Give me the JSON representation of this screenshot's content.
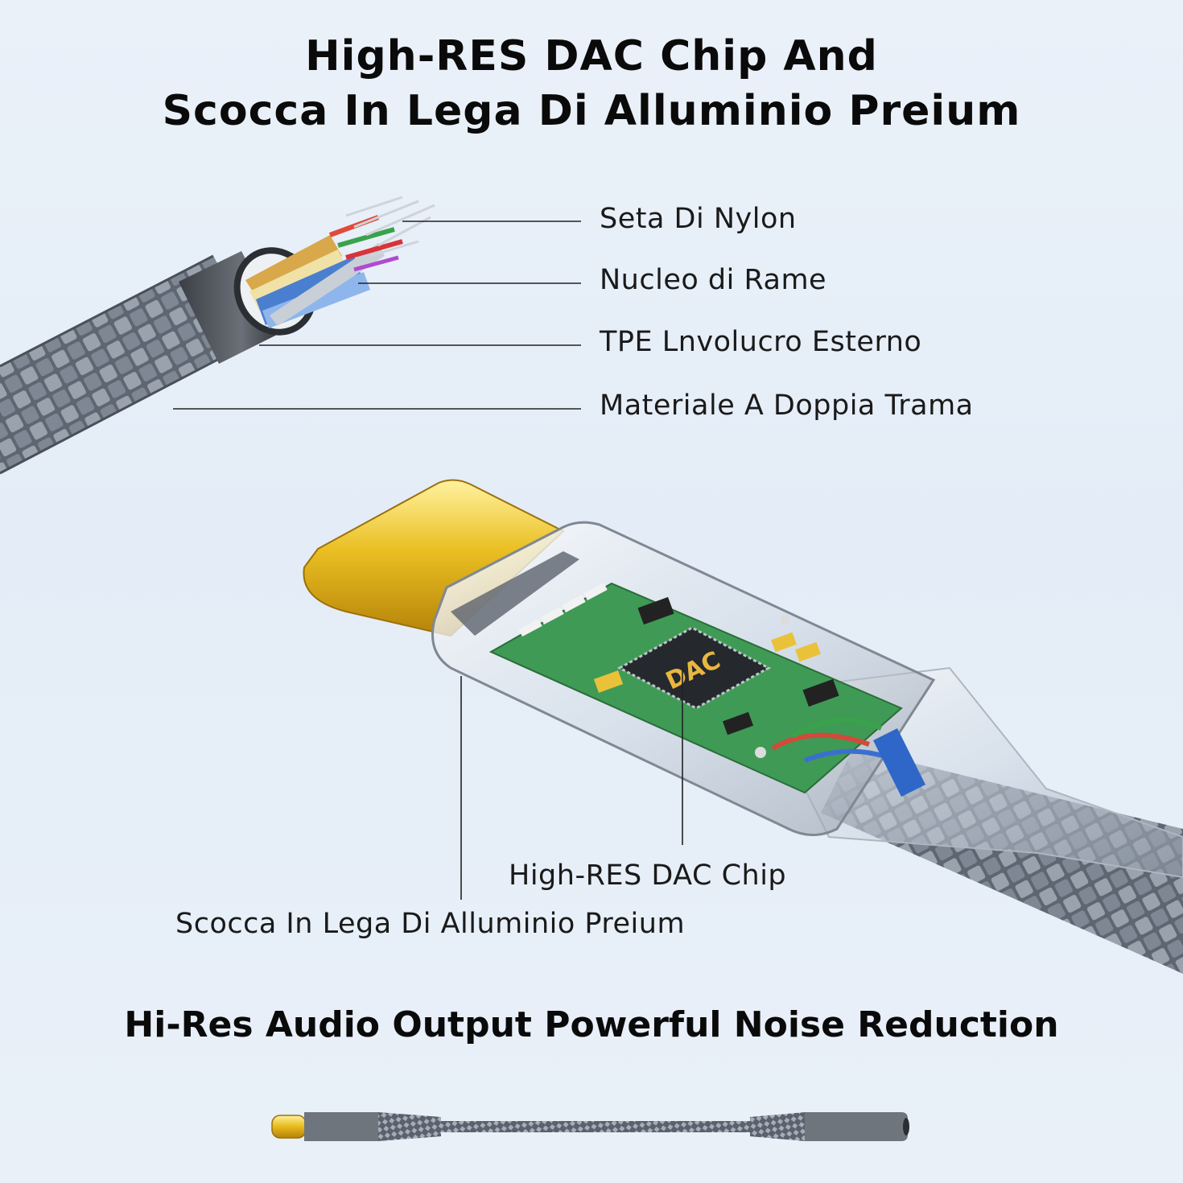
{
  "header": {
    "title_line1": "High-RES DAC Chip And",
    "title_line2": "Scocca In Lega Di Alluminio Preium"
  },
  "cable_cross_section": {
    "labels": [
      "Seta Di Nylon",
      "Nucleo di Rame",
      "TPE Lnvolucro Esterno",
      "Materiale A Doppia Trama"
    ]
  },
  "connector": {
    "chip_text": "DAC",
    "label_dac": "High-RES DAC Chip",
    "label_shell": "Scocca In Lega Di Alluminio Preium"
  },
  "footer": {
    "subtitle": "Hi-Res Audio Output Powerful Noise Reduction"
  },
  "colors": {
    "gold_plug": "#e8b91a",
    "pcb_green": "#3f9a55",
    "braid_gray": "#707986",
    "wave_purple": "#b07ad6",
    "wave_pink": "#f09ad0"
  }
}
